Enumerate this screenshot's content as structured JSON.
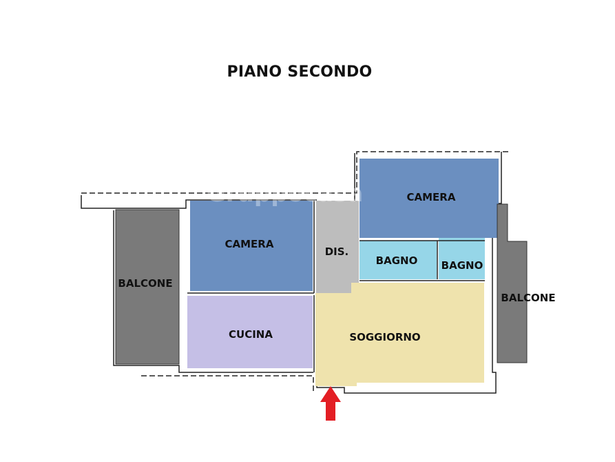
{
  "title": "PIANO SECONDO",
  "watermark": "Gruppocasa",
  "rooms": [
    {
      "id": "balcone-left",
      "label": "BALCONE",
      "color": "#7a7a7a"
    },
    {
      "id": "camera-left",
      "label": "CAMERA",
      "color": "#6b8fc0"
    },
    {
      "id": "dis",
      "label": "DIS.",
      "color": "#bdbdbd"
    },
    {
      "id": "camera-right",
      "label": "CAMERA",
      "color": "#6b8fc0"
    },
    {
      "id": "bagno-1",
      "label": "BAGNO",
      "color": "#96d6e8"
    },
    {
      "id": "bagno-2",
      "label": "BAGNO",
      "color": "#96d6e8"
    },
    {
      "id": "cucina",
      "label": "CUCINA",
      "color": "#c5bfe6"
    },
    {
      "id": "soggiorno",
      "label": "SOGGIORNO",
      "color": "#efe3ad"
    },
    {
      "id": "balcone-right",
      "label": "BALCONE",
      "color": "#7a7a7a"
    }
  ],
  "entrance_arrow_color": "#e31e24"
}
